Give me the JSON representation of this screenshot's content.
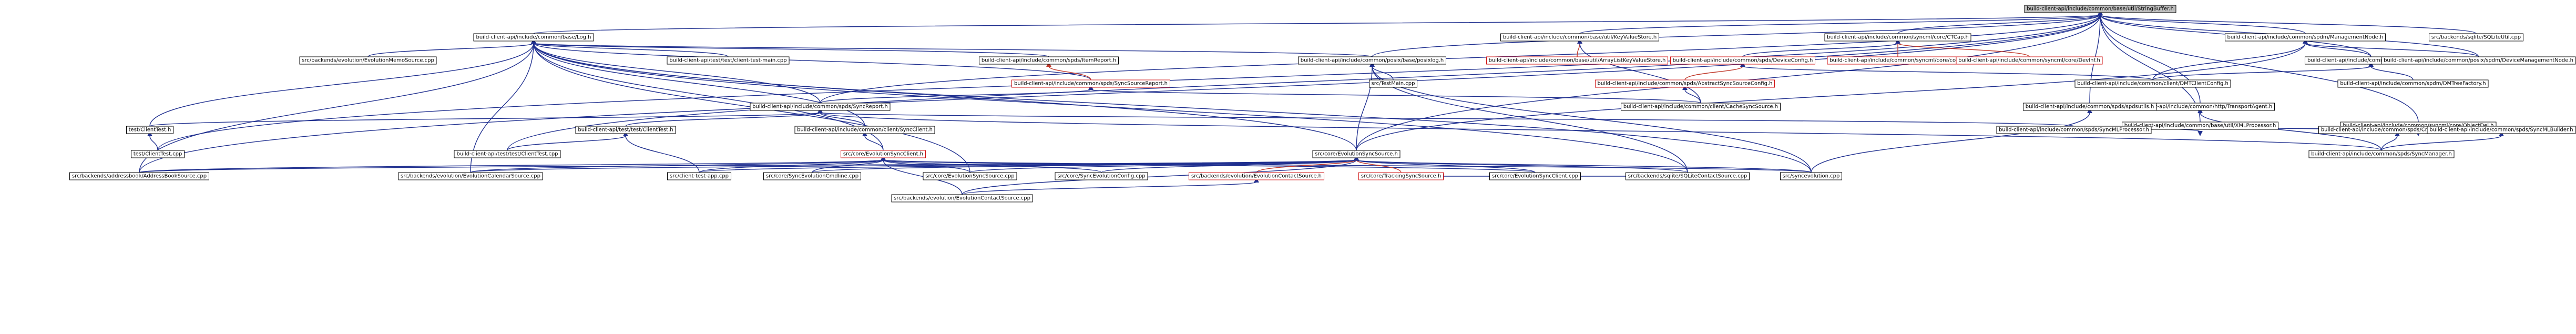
{
  "diagram": {
    "nodes": [
      {
        "id": "sb",
        "label": "build-client-api/include/common/base/util/StringBuffer.h",
        "root": true
      },
      {
        "id": "log",
        "label": "build-client-api/include/common/base/Log.h"
      },
      {
        "id": "kvs",
        "label": "build-client-api/include/common/base/util/KeyValueStore.h"
      },
      {
        "id": "ctcap",
        "label": "build-client-api/include/common/syncml/core/CTCap.h"
      },
      {
        "id": "mgmt",
        "label": "build-client-api/include/common/spdm/ManagementNode.h"
      },
      {
        "id": "sqlutil",
        "label": "src/backends/sqlite/SQLiteUtil.cpp"
      },
      {
        "id": "memo",
        "label": "src/backends/evolution/EvolutionMemoSource.cpp"
      },
      {
        "id": "testmain",
        "label": "build-client-api/test/test/client-test-main.cpp"
      },
      {
        "id": "itemrep",
        "label": "build-client-api/include/common/spds/ItemReport.h"
      },
      {
        "id": "posixlog",
        "label": "build-client-api/include/common/posix/base/posixlog.h"
      },
      {
        "id": "alkvs",
        "label": "build-client-api/include/common/base/util/ArrayListKeyValueStore.h",
        "red": true
      },
      {
        "id": "devcfg",
        "label": "build-client-api/include/common/spds/DeviceConfig.h",
        "red": true
      },
      {
        "id": "coreh",
        "label": "build-client-api/include/common/syncml/core/core.h",
        "red": true
      },
      {
        "id": "devinf",
        "label": "build-client-api/include/common/syncml/core/DevInf.h",
        "red": true
      },
      {
        "id": "dmtree",
        "label": "build-client-api/include/common/spdm/DMTree.h"
      },
      {
        "id": "posixdmn",
        "label": "build-client-api/include/common/posix/spdm/DeviceManagementNode.h"
      },
      {
        "id": "ssr",
        "label": "build-client-api/include/common/spds/SyncSourceReport.h",
        "red": true
      },
      {
        "id": "ctmain",
        "label": "src/TestMain.cpp"
      },
      {
        "id": "asc",
        "label": "build-client-api/include/common/spds/AbstractSyncSourceConfig.h",
        "red": true
      },
      {
        "id": "dmtcc",
        "label": "build-client-api/include/common/client/DMTClientConfig.h"
      },
      {
        "id": "dmtf",
        "label": "build-client-api/include/common/spdm/DMTreeFactory.h"
      },
      {
        "id": "transp",
        "label": "build-client-api/include/common/http/TransportAgent.h"
      },
      {
        "id": "cachess",
        "label": "build-client-api/include/common/client/CacheSyncSource.h"
      },
      {
        "id": "syncrep",
        "label": "build-client-api/include/common/spds/SyncReport.h"
      },
      {
        "id": "spdsutil",
        "label": "build-client-api/include/common/spds/spdsutils.h"
      },
      {
        "id": "xmlproc",
        "label": "build-client-api/include/common/base/util/XMLProcessor.h"
      },
      {
        "id": "objdel",
        "label": "build-client-api/include/common/syncml/core/ObjectDel.h"
      },
      {
        "id": "ctesth",
        "label": "test/ClientTest.h"
      },
      {
        "id": "bctest",
        "label": "build-client-api/test/test/ClientTest.h"
      },
      {
        "id": "syncclient",
        "label": "build-client-api/include/common/client/SyncClient.h"
      },
      {
        "id": "smlp",
        "label": "build-client-api/include/common/spds/SyncMLProcessor.h"
      },
      {
        "id": "credh",
        "label": "build-client-api/include/common/spds/CredentialHandler.h"
      },
      {
        "id": "smlb",
        "label": "build-client-api/include/common/spds/SyncMLBuilder.h"
      },
      {
        "id": "ctestcpp",
        "label": "test/ClientTest.cpp"
      },
      {
        "id": "bctestcpp",
        "label": "build-client-api/test/test/ClientTest.cpp"
      },
      {
        "id": "esc",
        "label": "src/core/EvolutionSyncClient.h",
        "red": true
      },
      {
        "id": "ess",
        "label": "src/core/EvolutionSyncSource.h"
      },
      {
        "id": "syncmgr",
        "label": "build-client-api/include/common/spds/SyncManager.h"
      },
      {
        "id": "abs",
        "label": "src/backends/addressbook/AddressBookSource.cpp"
      },
      {
        "id": "ecal",
        "label": "src/backends/evolution/EvolutionCalendarSource.cpp"
      },
      {
        "id": "ctapp",
        "label": "src/client-test-app.cpp"
      },
      {
        "id": "cmdl",
        "label": "src/core/SyncEvolutionCmdline.cpp"
      },
      {
        "id": "esscpp",
        "label": "src/core/EvolutionSyncSource.cpp"
      },
      {
        "id": "scfg",
        "label": "src/core/SyncEvolutionConfig.cpp"
      },
      {
        "id": "ecsh",
        "label": "src/backends/evolution/EvolutionContactSource.h",
        "red": true
      },
      {
        "id": "tss",
        "label": "src/core/TrackingSyncSource.h",
        "red": true
      },
      {
        "id": "esccpp",
        "label": "src/core/EvolutionSyncClient.cpp"
      },
      {
        "id": "sqlcs",
        "label": "src/backends/sqlite/SQLiteContactSource.cpp"
      },
      {
        "id": "syncevo",
        "label": "src/syncevolution.cpp"
      },
      {
        "id": "ecscpp",
        "label": "src/backends/evolution/EvolutionContactSource.cpp"
      }
    ]
  }
}
